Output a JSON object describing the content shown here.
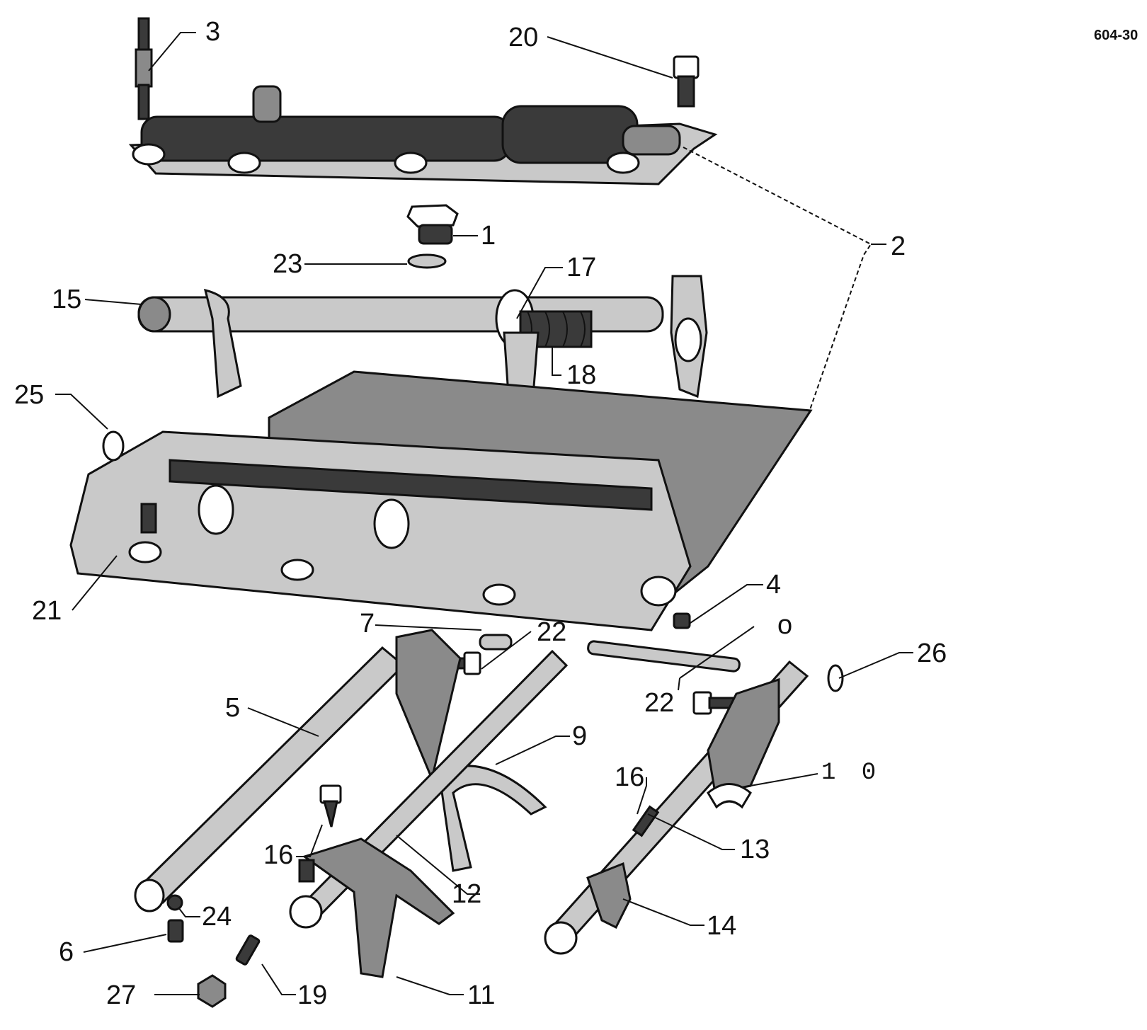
{
  "figure_ref": "604-30",
  "callouts": [
    {
      "id": "c1",
      "text": "1"
    },
    {
      "id": "c2",
      "text": "2"
    },
    {
      "id": "c3",
      "text": "3"
    },
    {
      "id": "c4",
      "text": "4"
    },
    {
      "id": "c5",
      "text": "5"
    },
    {
      "id": "c6",
      "text": "6"
    },
    {
      "id": "c7",
      "text": "7"
    },
    {
      "id": "c9",
      "text": "9"
    },
    {
      "id": "c10",
      "text": "1 0"
    },
    {
      "id": "c11",
      "text": "11"
    },
    {
      "id": "c12",
      "text": "12"
    },
    {
      "id": "c13",
      "text": "13"
    },
    {
      "id": "c14",
      "text": "14"
    },
    {
      "id": "c15",
      "text": "15"
    },
    {
      "id": "c16a",
      "text": "16"
    },
    {
      "id": "c16b",
      "text": "16"
    },
    {
      "id": "c17",
      "text": "17"
    },
    {
      "id": "c18",
      "text": "18"
    },
    {
      "id": "c19",
      "text": "19"
    },
    {
      "id": "c20",
      "text": "20"
    },
    {
      "id": "c21",
      "text": "21"
    },
    {
      "id": "c22a",
      "text": "22"
    },
    {
      "id": "c22b",
      "text": "22"
    },
    {
      "id": "c23",
      "text": "23"
    },
    {
      "id": "c24",
      "text": "24"
    },
    {
      "id": "c25",
      "text": "25"
    },
    {
      "id": "c26",
      "text": "26"
    },
    {
      "id": "c27",
      "text": "27"
    },
    {
      "id": "c0",
      "text": "o"
    }
  ]
}
